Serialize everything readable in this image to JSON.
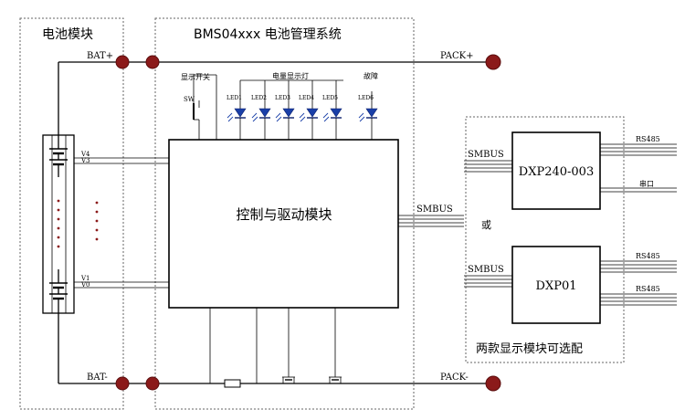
{
  "sections": {
    "battery": "电池模块",
    "bms": "BMS04xxx 电池管理系统",
    "display_modules": "两款显示模块可选配"
  },
  "terminals": {
    "bat_plus": "BAT+",
    "bat_minus": "BAT-",
    "pack_plus": "PACK+",
    "pack_minus": "PACK-"
  },
  "cell_taps": [
    "V4",
    "V3",
    "V1",
    "V0"
  ],
  "switch": {
    "group_label": "显示开关",
    "label": "SW"
  },
  "leds": {
    "group_label": "电量显示灯",
    "fault_label": "故障",
    "items": [
      "LED1",
      "LED2",
      "LED3",
      "LED4",
      "LED5",
      "LED6"
    ]
  },
  "controller": {
    "label": "控制与驱动模块",
    "bus_label": "SMBUS"
  },
  "or_label": "或",
  "modules": [
    {
      "name": "DXP240-003",
      "bus": "SMBUS",
      "outputs": [
        "RS485",
        "串口"
      ]
    },
    {
      "name": "DXP01",
      "bus": "SMBUS",
      "outputs": [
        "RS485",
        "RS485"
      ]
    }
  ]
}
